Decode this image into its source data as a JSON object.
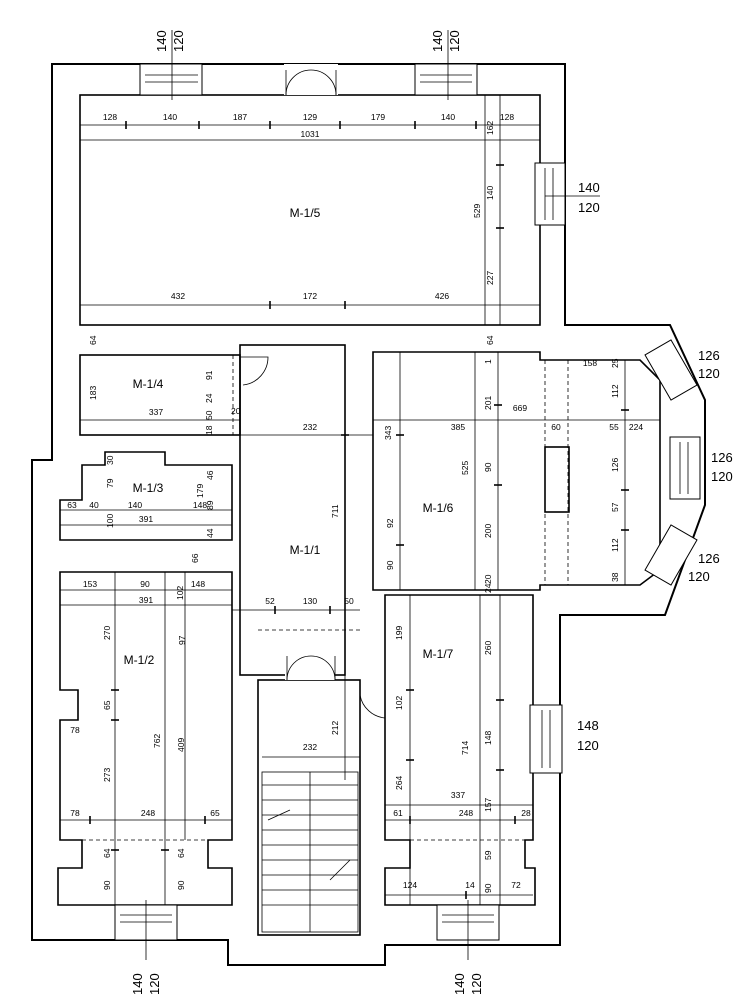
{
  "rooms": {
    "m15": "M-1/5",
    "m14": "M-1/4",
    "m13": "M-1/3",
    "m11": "M-1/1",
    "m16": "M-1/6",
    "m12": "M-1/2",
    "m17": "M-1/7"
  },
  "windows": {
    "top_left": {
      "w": "140",
      "h": "120"
    },
    "top_right": {
      "w": "140",
      "h": "120"
    },
    "right_m15": {
      "w": "140",
      "h": "120"
    },
    "bay_1": {
      "w": "126",
      "h": "120"
    },
    "bay_2": {
      "w": "126",
      "h": "120"
    },
    "bay_3": {
      "w": "126",
      "h": "120"
    },
    "right_m17": {
      "w": "148",
      "h": "120"
    },
    "bottom_left": {
      "w": "140",
      "h": "120"
    },
    "bottom_right": {
      "w": "140",
      "h": "120"
    }
  },
  "dims": {
    "m15_top": [
      "128",
      "140",
      "187",
      "129",
      "179",
      "140",
      "128"
    ],
    "m15_total": "1031",
    "m15_vert": [
      "162",
      "140",
      "227",
      "529"
    ],
    "m15_bottom": [
      "432",
      "172",
      "426"
    ],
    "d64a": "64",
    "d64b": "64",
    "m14": {
      "h183": "183",
      "w337": "337",
      "d91": "91",
      "d24": "24",
      "d50": "50",
      "d18": "18",
      "d20": "20"
    },
    "corr_w232": "232",
    "d343": "343",
    "m16": {
      "w385": "385",
      "w669": "669",
      "w60": "60",
      "w158": "158",
      "d25": "25",
      "d112a": "112",
      "d55": "55",
      "w224": "224",
      "d126": "126",
      "d57": "57",
      "d112b": "112",
      "d38": "38",
      "d201": "201",
      "d525": "525",
      "d90": "90",
      "d200": "200",
      "d20": "20",
      "d24": "24",
      "d92": "92",
      "d90b": "90",
      "d1": "1"
    },
    "d711": "711",
    "m13": {
      "d30": "30",
      "d79": "79",
      "d46": "46",
      "d63": "63",
      "d40": "40",
      "w140": "140",
      "d148": "148",
      "d89": "89",
      "d179": "179",
      "d100": "100",
      "w391": "391",
      "d44": "44",
      "d66": "66"
    },
    "m12": {
      "w153": "153",
      "w90": "90",
      "w148": "148",
      "w391": "391",
      "d102": "102",
      "d270": "270",
      "d97": "97",
      "d65": "65",
      "w78a": "78",
      "d762": "762",
      "d409": "409",
      "d273": "273",
      "w78b": "78",
      "w248": "248",
      "w65": "65",
      "d64a": "64",
      "d64b": "64",
      "d90a": "90",
      "d90b": "90"
    },
    "corr_b": {
      "w52": "52",
      "w130": "130",
      "w50": "50"
    },
    "stair": {
      "w232": "232",
      "d212": "212"
    },
    "m17": {
      "d199": "199",
      "d260": "260",
      "d102": "102",
      "d714": "714",
      "d148": "148",
      "d264": "264",
      "w337": "337",
      "w61": "61",
      "w248": "248",
      "d157": "157",
      "w28": "28",
      "d59": "59",
      "w124": "124",
      "w14": "14",
      "d90": "90",
      "w72": "72"
    }
  }
}
